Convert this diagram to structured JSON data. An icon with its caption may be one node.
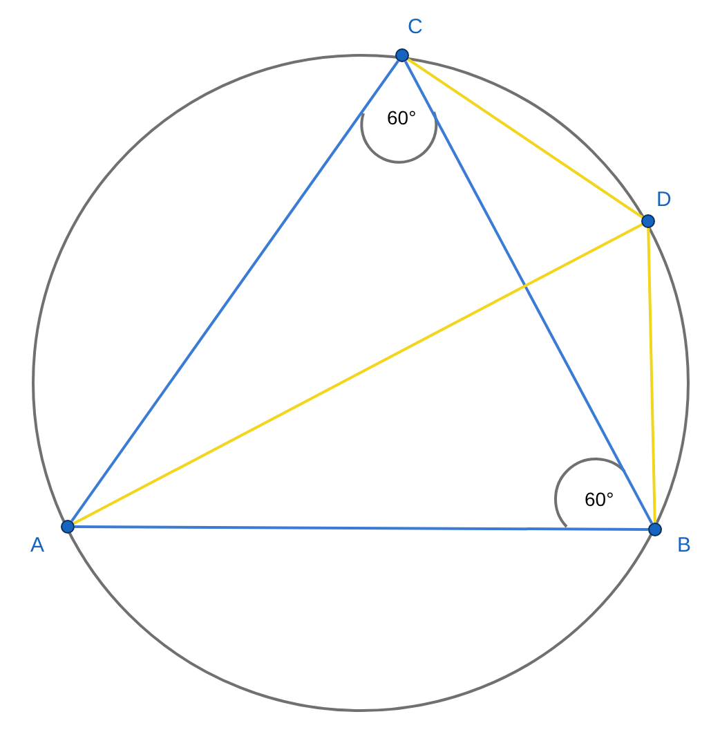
{
  "diagram": {
    "nodes": [
      {
        "text": [],
        "shape": "circle",
        "beside": [
          "A"
        ]
      },
      {
        "text": [],
        "shape": "circle",
        "beside": [
          "B"
        ]
      },
      {
        "text": [],
        "shape": "circle",
        "beside": [
          "C"
        ]
      },
      {
        "text": [],
        "shape": "circle",
        "beside": [
          "D"
        ]
      }
    ],
    "edges": [
      {
        "from": 0,
        "to": 2,
        "arrow": "none"
      },
      {
        "from": 2,
        "to": 1,
        "arrow": "none"
      },
      {
        "from": 0,
        "to": 1,
        "arrow": "none"
      },
      {
        "from": 2,
        "to": 3,
        "arrow": "none",
        "color": "#f2d51c"
      },
      {
        "from": 3,
        "to": 1,
        "arrow": "none",
        "color": "#f2d51c"
      },
      {
        "from": 0,
        "to": 3,
        "arrow": "none",
        "color": "#f2d51c"
      }
    ],
    "labels": [
      "60°",
      "60°"
    ]
  }
}
